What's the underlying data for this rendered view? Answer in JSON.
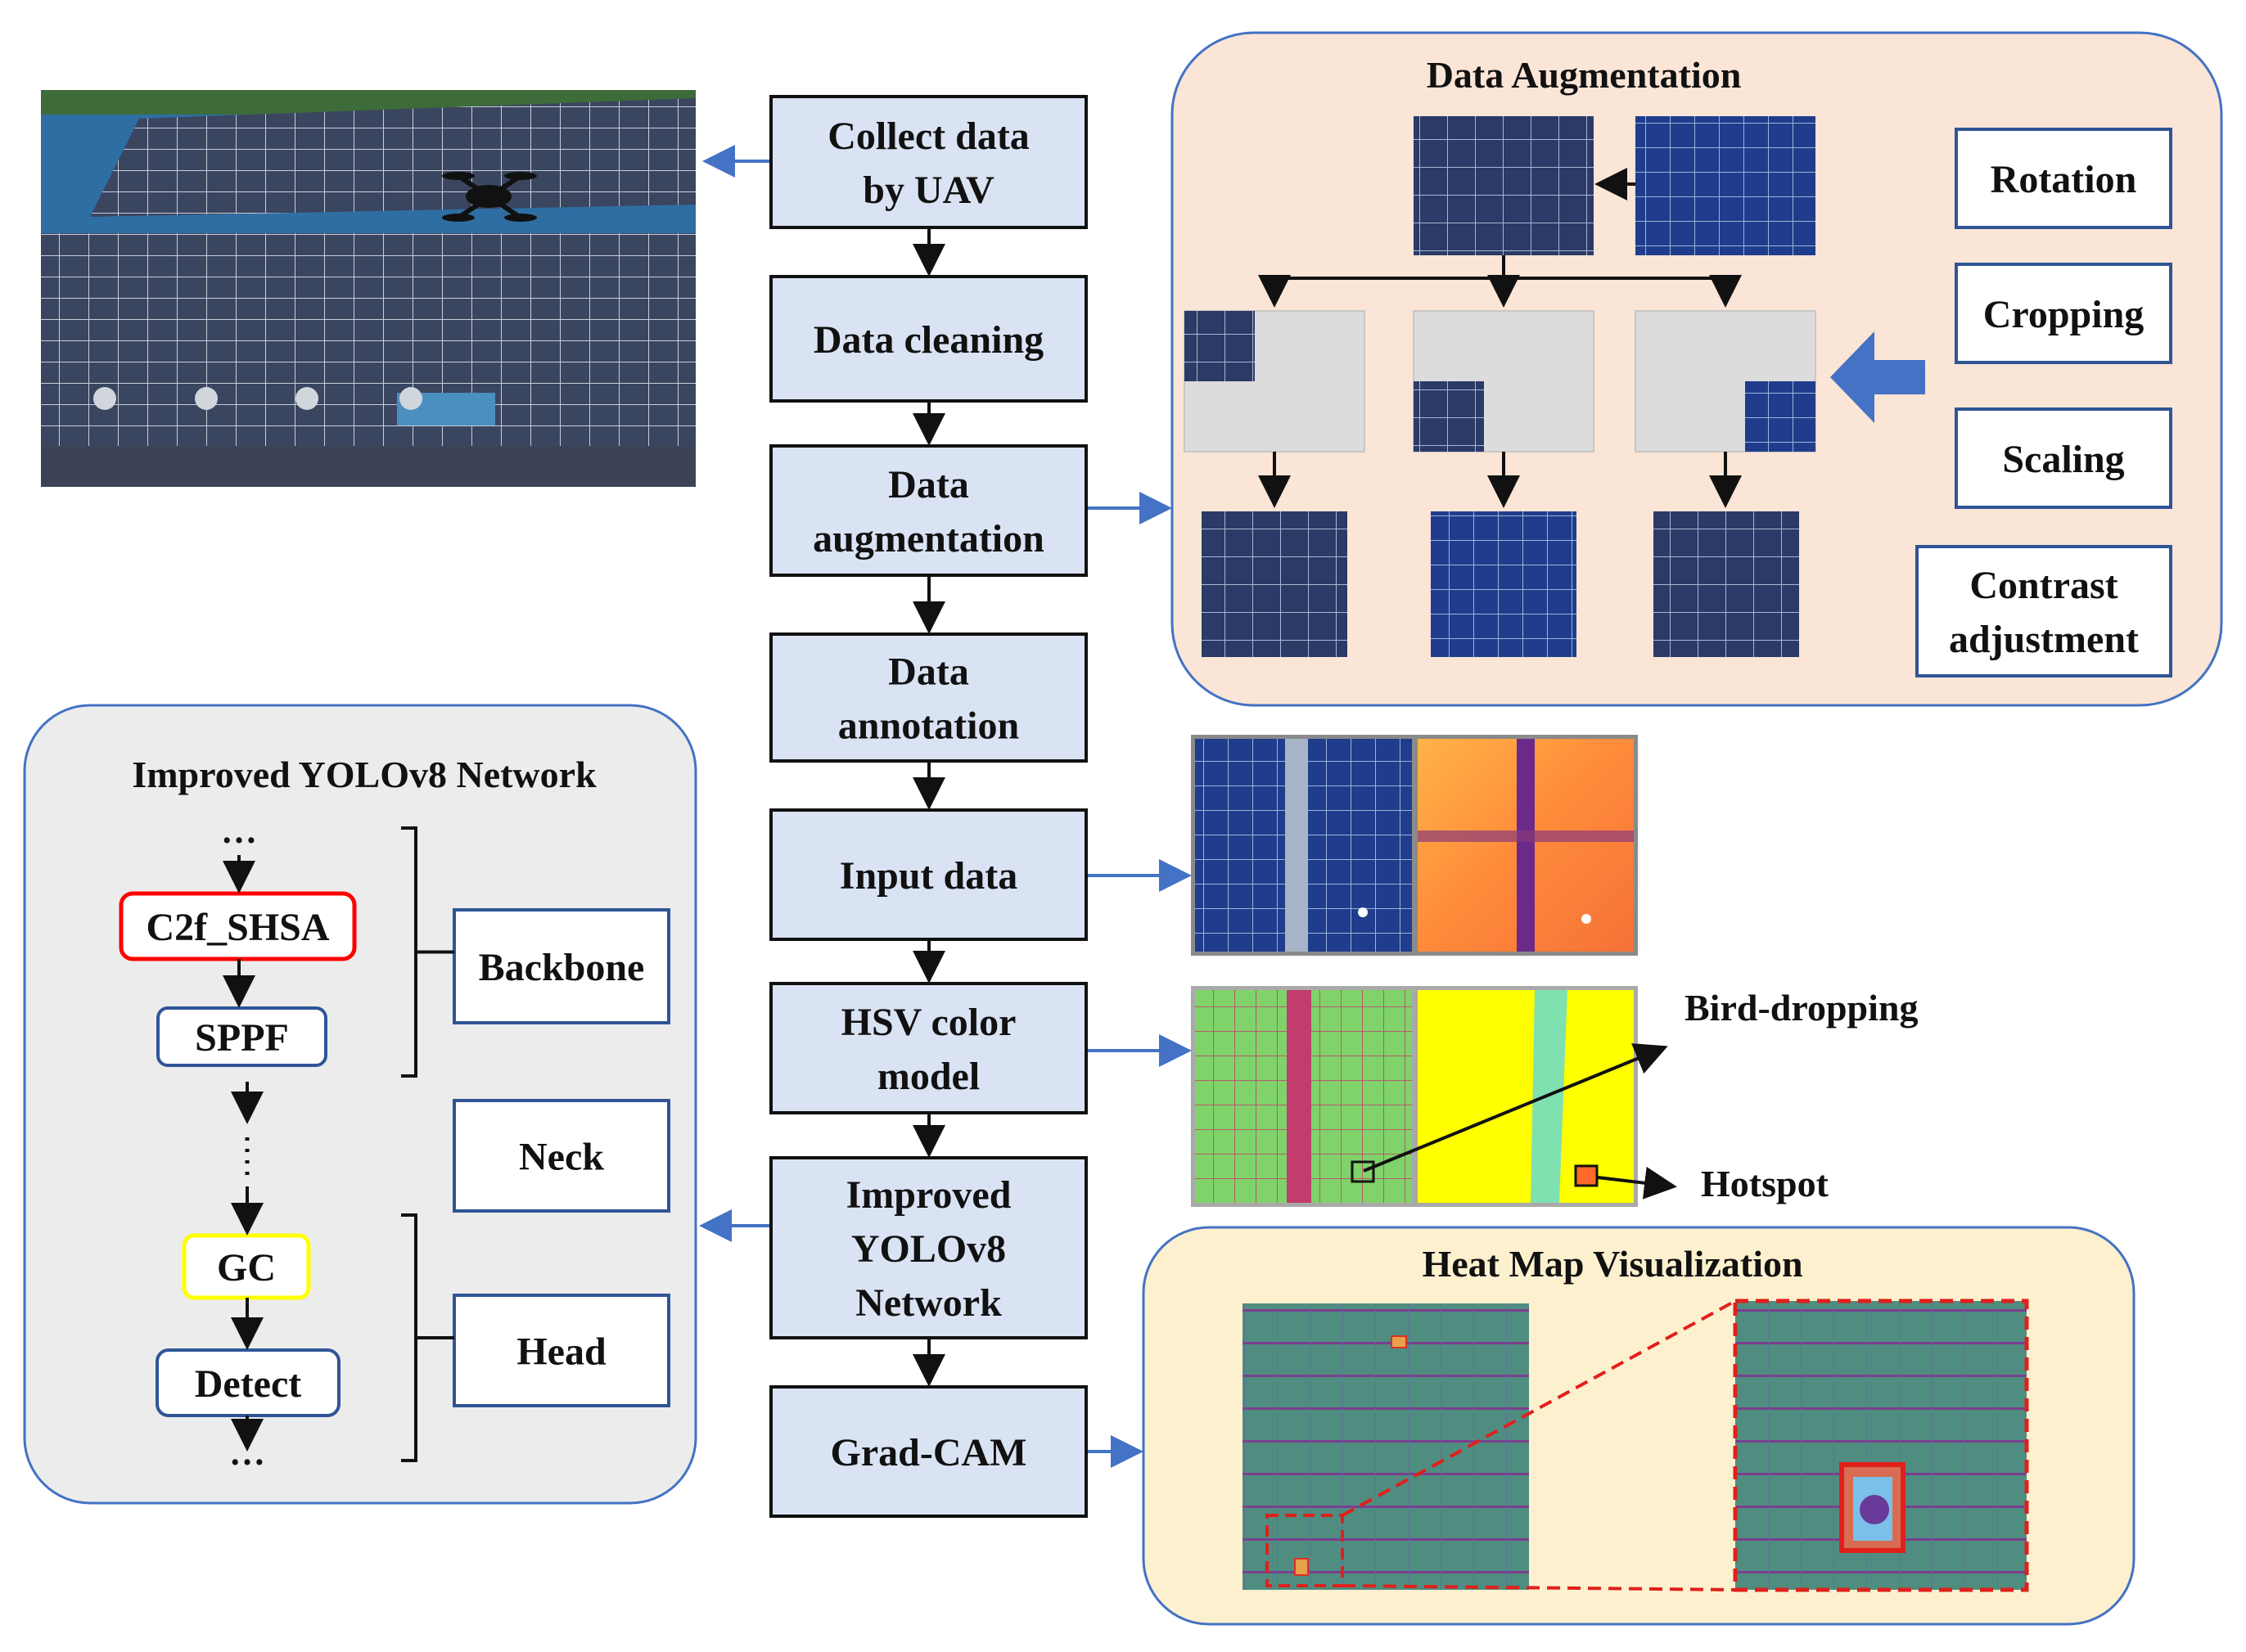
{
  "flow_steps": [
    {
      "lines": [
        "Collect data",
        "by UAV"
      ]
    },
    {
      "lines": [
        "Data cleaning"
      ]
    },
    {
      "lines": [
        "Data",
        "augmentation"
      ]
    },
    {
      "lines": [
        "Data",
        "annotation"
      ]
    },
    {
      "lines": [
        "Input data"
      ]
    },
    {
      "lines": [
        "HSV color",
        "model"
      ]
    },
    {
      "lines": [
        "Improved",
        "YOLOv8",
        "Network"
      ]
    },
    {
      "lines": [
        "Grad-CAM"
      ]
    }
  ],
  "augmentation": {
    "title": "Data Augmentation",
    "methods": [
      {
        "lines": [
          "Rotation"
        ]
      },
      {
        "lines": [
          "Cropping"
        ]
      },
      {
        "lines": [
          "Scaling"
        ]
      },
      {
        "lines": [
          "Contrast",
          "adjustment"
        ]
      }
    ]
  },
  "network": {
    "title": "Improved YOLOv8 Network",
    "modules": {
      "c2f": "C2f_SHSA",
      "sppf": "SPPF",
      "gc": "GC",
      "detect": "Detect"
    },
    "ellipsis": "…",
    "parts": {
      "backbone": "Backbone",
      "neck": "Neck",
      "head": "Head"
    }
  },
  "hsv": {
    "bird": "Bird-dropping",
    "hotspot": "Hotspot"
  },
  "heatmap": {
    "title": "Heat Map Visualization"
  },
  "colors": {
    "step_fill": "#dae3f3",
    "arrow_blue": "#4472c4",
    "aug_panel": "#fbe5d6",
    "net_panel": "#ececec",
    "heat_panel": "#fdf0cf",
    "c2f_border": "#ff0000",
    "gc_border": "#ffff00",
    "module_border": "#2f5597",
    "dash_red": "#e0201b"
  }
}
